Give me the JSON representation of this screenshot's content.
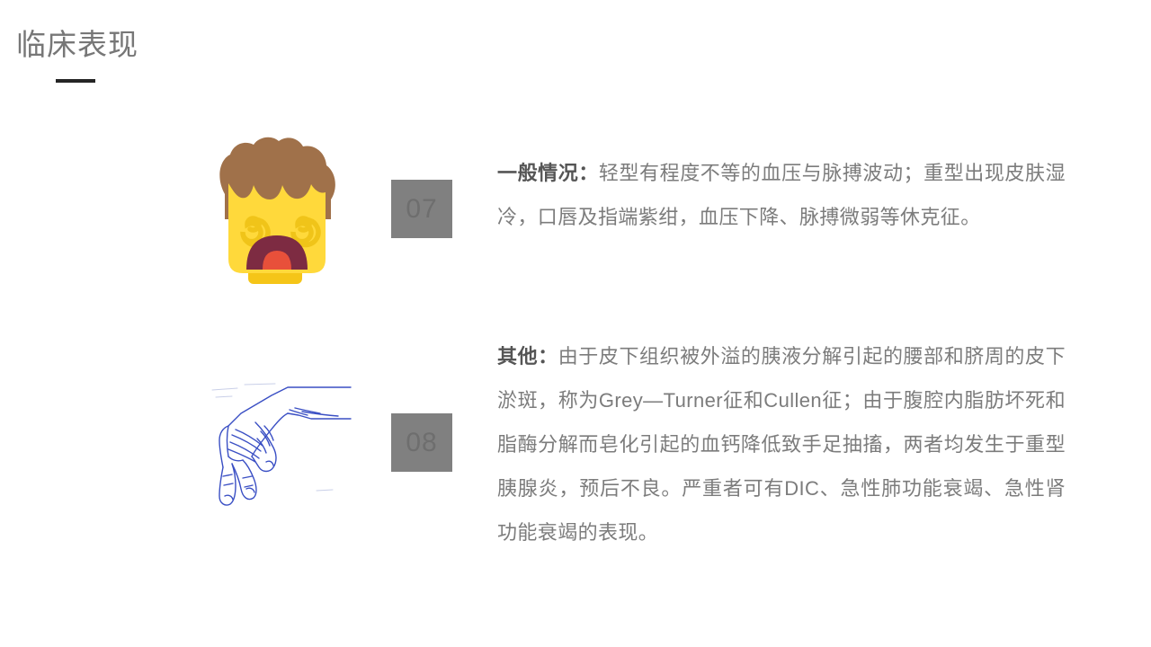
{
  "slide": {
    "title": "临床表现"
  },
  "items": [
    {
      "number": "07",
      "lead": "一般情况：",
      "body": "轻型有程度不等的血压与脉搏波动；重型出现皮肤湿冷，口唇及指端紫绀，血压下降、脉搏微弱等休克征。",
      "illustration": "dizzy-face-emoji"
    },
    {
      "number": "08",
      "lead": "其他：",
      "body": "由于皮下组织被外溢的胰液分解引起的腰部和脐周的皮下淤斑，称为Grey—Turner征和Cullen征；由于腹腔内脂肪坏死和脂酶分解而皂化引起的血钙降低致手足抽搐，两者均发生于重型胰腺炎，预后不良。严重者可有DIC、急性肺功能衰竭、急性肾功能衰竭的表现。",
      "illustration": "obstetric-hand-drawing"
    }
  ],
  "colors": {
    "title_text": "#777777",
    "title_rule": "#252525",
    "badge_background": "#808080",
    "badge_number": "#6e6e6e",
    "body_text": "#7c7c7c",
    "lead_text": "#555555",
    "emoji_face": "#ffd93b",
    "emoji_face_shadow": "#f5c518",
    "emoji_hair": "#a0714a",
    "emoji_eye": "#f0c419",
    "emoji_mouth": "#7d2b42",
    "emoji_tongue": "#e8503a",
    "hand_ink": "#3a4fc4",
    "background": "#ffffff"
  }
}
